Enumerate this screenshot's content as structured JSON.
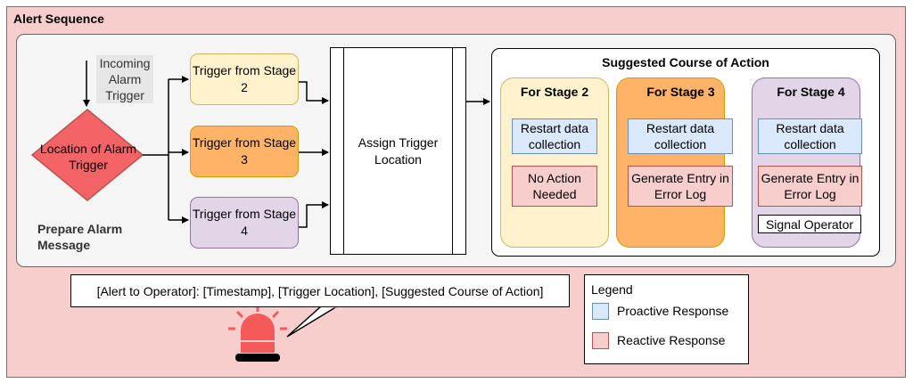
{
  "title": "Alert Sequence",
  "prepare": {
    "label": "Prepare Alarm Message",
    "incoming": "Incoming Alarm Trigger",
    "diamond": "Location of Alarm Trigger"
  },
  "triggers": [
    {
      "label": "Trigger from Stage 2",
      "color": "#fff2cc"
    },
    {
      "label": "Trigger from Stage 3",
      "color": "#ffb366"
    },
    {
      "label": "Trigger from Stage 4",
      "color": "#e1d5e7"
    }
  ],
  "assign": "Assign Trigger Location",
  "course": {
    "title": "Suggested Course of Action",
    "stages": [
      {
        "title": "For Stage 2",
        "proactive": "Restart data collection",
        "reactive": "No Action Needed"
      },
      {
        "title": "For Stage 3",
        "proactive": "Restart data collection",
        "reactive": "Generate Entry in Error Log"
      },
      {
        "title": "For Stage 4",
        "proactive": "Restart data collection",
        "reactive": "Generate Entry in Error Log",
        "extra": "Signal Operator"
      }
    ]
  },
  "alert_message": "[Alert to Operator]: [Timestamp], [Trigger Location], [Suggested Course of Action]",
  "legend": {
    "title": "Legend",
    "items": [
      {
        "label": "Proactive Response",
        "color": "#dae8fc"
      },
      {
        "label": "Reactive Response",
        "color": "#f8cecc"
      }
    ]
  },
  "colors": {
    "alarm": "#f55a5a",
    "diamond": "#f46467",
    "background": "#f8cecc"
  }
}
